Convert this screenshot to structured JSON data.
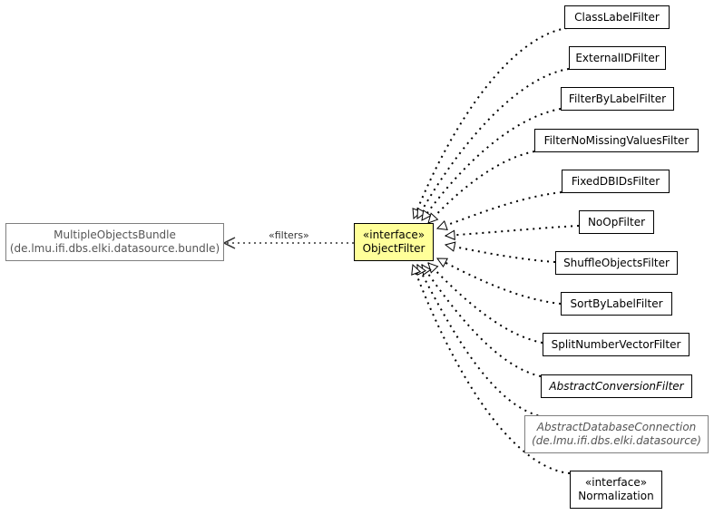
{
  "focus": {
    "stereotype": "«interface»",
    "name": "ObjectFilter"
  },
  "bundle": {
    "name": "MultipleObjectsBundle",
    "package": "(de.lmu.ifi.dbs.elki.datasource.bundle)"
  },
  "association_label": "«filters»",
  "implementations": [
    {
      "name": "ClassLabelFilter"
    },
    {
      "name": "ExternalIDFilter"
    },
    {
      "name": "FilterByLabelFilter"
    },
    {
      "name": "FilterNoMissingValuesFilter"
    },
    {
      "name": "FixedDBIDsFilter"
    },
    {
      "name": "NoOpFilter"
    },
    {
      "name": "ShuffleObjectsFilter"
    },
    {
      "name": "SortByLabelFilter"
    },
    {
      "name": "SplitNumberVectorFilter"
    },
    {
      "name": "AbstractConversionFilter"
    }
  ],
  "external_impl": {
    "name": "AbstractDatabaseConnection",
    "package": "(de.lmu.ifi.dbs.elki.datasource)"
  },
  "sub_interface": {
    "stereotype": "«interface»",
    "name": "Normalization"
  },
  "colors": {
    "focus_fill": "#ffff99",
    "external_border": "#7f7f7f"
  }
}
